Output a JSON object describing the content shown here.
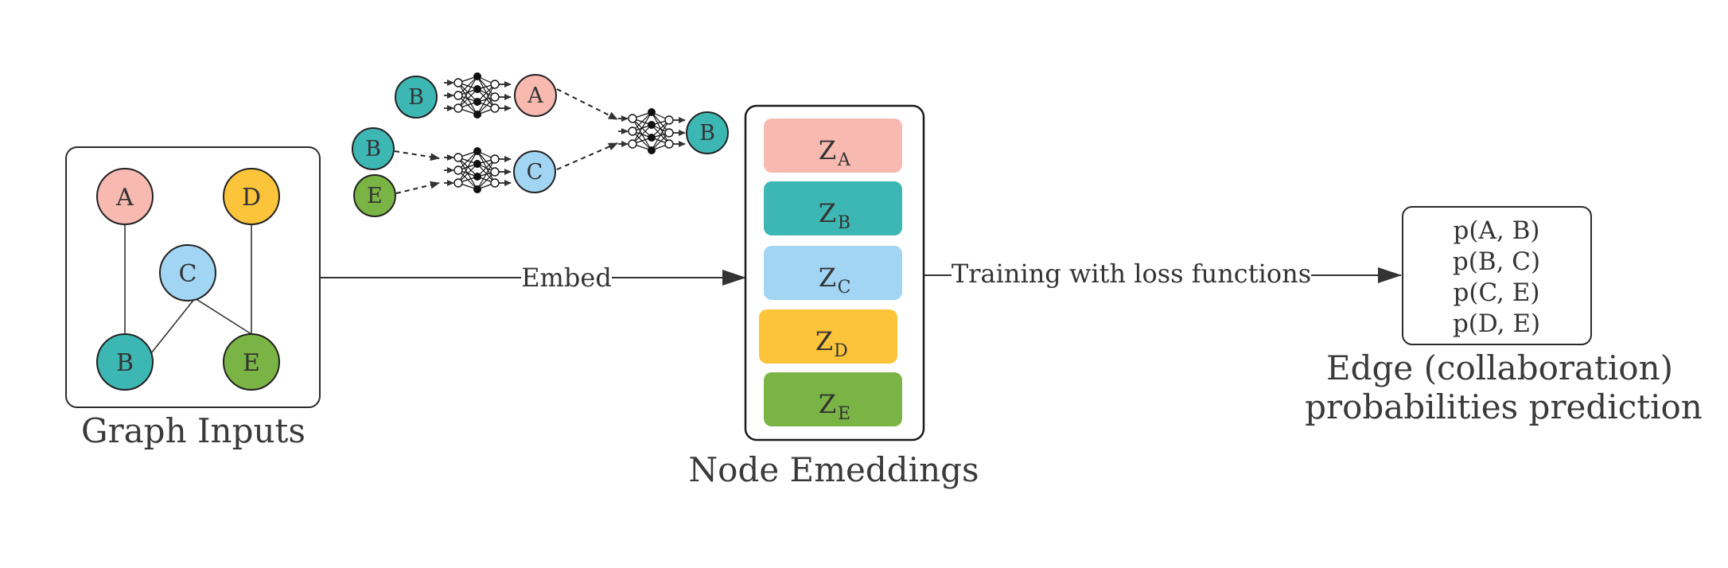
{
  "graph_inputs": {
    "caption": "Graph Inputs",
    "nodes": {
      "A": {
        "label": "A",
        "color": "#f8b9b1"
      },
      "B": {
        "label": "B",
        "color": "#3db7b4"
      },
      "C": {
        "label": "C",
        "color": "#a1d5f3"
      },
      "D": {
        "label": "D",
        "color": "#fcc43a"
      },
      "E": {
        "label": "E",
        "color": "#79b444"
      }
    },
    "edges": [
      [
        "A",
        "B"
      ],
      [
        "D",
        "E"
      ],
      [
        "C",
        "B"
      ],
      [
        "C",
        "E"
      ]
    ]
  },
  "message_passing": {
    "nodes": [
      "B",
      "A",
      "B",
      "E",
      "C",
      "B"
    ]
  },
  "embed_arrow": {
    "label": "Embed"
  },
  "node_embeddings": {
    "caption": "Node Emeddings",
    "items": [
      {
        "main": "Z",
        "sub": "A",
        "color": "#f8b9b1"
      },
      {
        "main": "Z",
        "sub": "B",
        "color": "#3db7b4"
      },
      {
        "main": "Z",
        "sub": "C",
        "color": "#a1d5f3"
      },
      {
        "main": "Z",
        "sub": "D",
        "color": "#fcc43a"
      },
      {
        "main": "Z",
        "sub": "E",
        "color": "#79b444"
      }
    ]
  },
  "training_arrow": {
    "label": "Training with loss functions"
  },
  "predictions": {
    "lines": [
      "p(A, B)",
      "p(B, C)",
      "p(C, E)",
      "p(D, E)"
    ],
    "caption_line1": "Edge (collaboration)",
    "caption_line2": "probabilities prediction"
  }
}
